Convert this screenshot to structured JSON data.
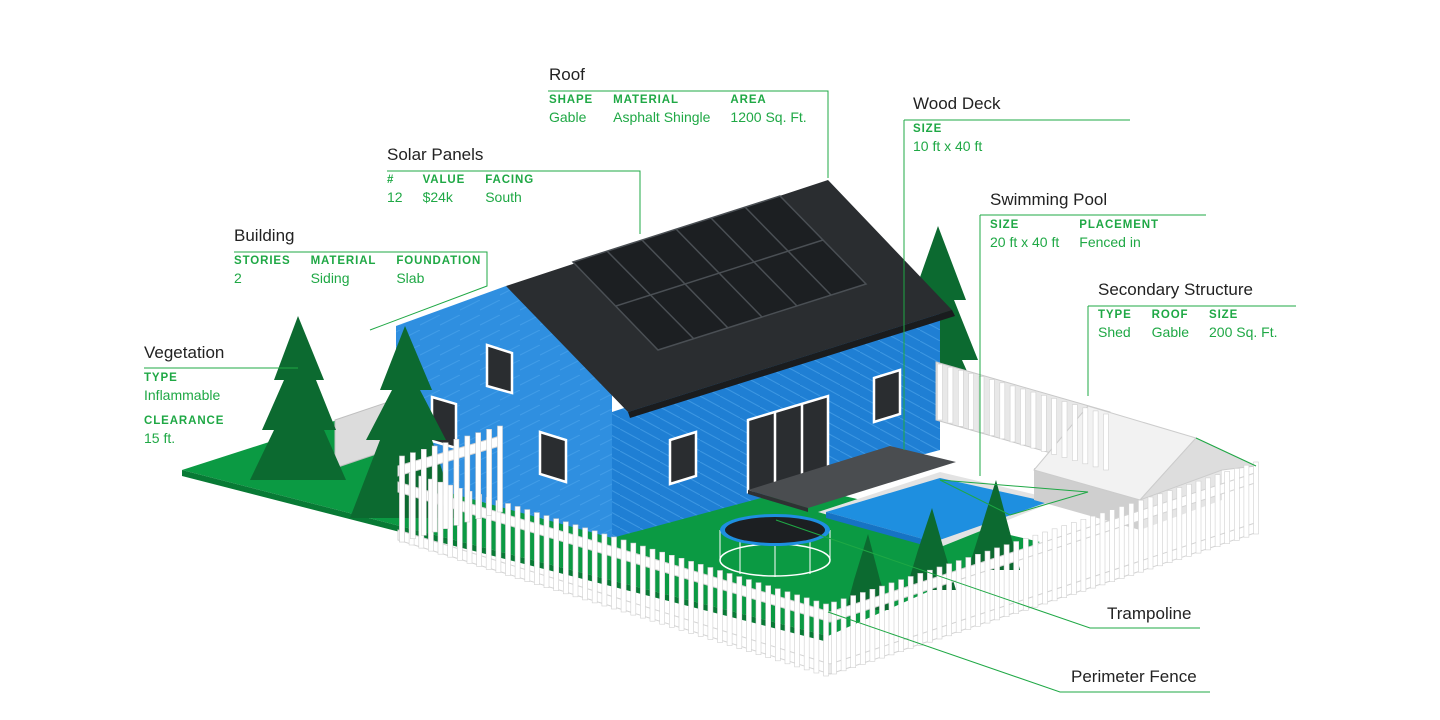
{
  "colors": {
    "accent": "#1fa845",
    "lawn": "#0b9a43",
    "house": "#2f8fe0",
    "roof": "#2a2d30",
    "tree": "#0c6a30",
    "pool": "#1e8fe0",
    "fence": "#ffffff"
  },
  "callouts": {
    "roof": {
      "title": "Roof",
      "fields": [
        {
          "key": "SHAPE",
          "value": "Gable"
        },
        {
          "key": "MATERIAL",
          "value": "Asphalt Shingle"
        },
        {
          "key": "AREA",
          "value": "1200 Sq. Ft."
        }
      ]
    },
    "solar": {
      "title": "Solar Panels",
      "fields": [
        {
          "key": "#",
          "value": "12"
        },
        {
          "key": "VALUE",
          "value": "$24k"
        },
        {
          "key": "FACING",
          "value": "South"
        }
      ]
    },
    "building": {
      "title": "Building",
      "fields": [
        {
          "key": "STORIES",
          "value": "2"
        },
        {
          "key": "MATERIAL",
          "value": "Siding"
        },
        {
          "key": "FOUNDATION",
          "value": "Slab"
        }
      ]
    },
    "vegetation": {
      "title": "Vegetation",
      "fields": [
        {
          "key": "TYPE",
          "value": "Inflammable"
        },
        {
          "key": "CLEARANCE",
          "value": "15 ft."
        }
      ]
    },
    "deck": {
      "title": "Wood Deck",
      "fields": [
        {
          "key": "SIZE",
          "value": "10 ft x 40 ft"
        }
      ]
    },
    "pool": {
      "title": "Swimming Pool",
      "fields": [
        {
          "key": "SIZE",
          "value": "20 ft x 40 ft"
        },
        {
          "key": "PLACEMENT",
          "value": "Fenced in"
        }
      ]
    },
    "secondary": {
      "title": "Secondary Structure",
      "fields": [
        {
          "key": "TYPE",
          "value": "Shed"
        },
        {
          "key": "ROOF",
          "value": "Gable"
        },
        {
          "key": "SIZE",
          "value": "200 Sq. Ft."
        }
      ]
    },
    "trampoline": {
      "title": "Trampoline"
    },
    "fence": {
      "title": "Perimeter Fence"
    }
  }
}
